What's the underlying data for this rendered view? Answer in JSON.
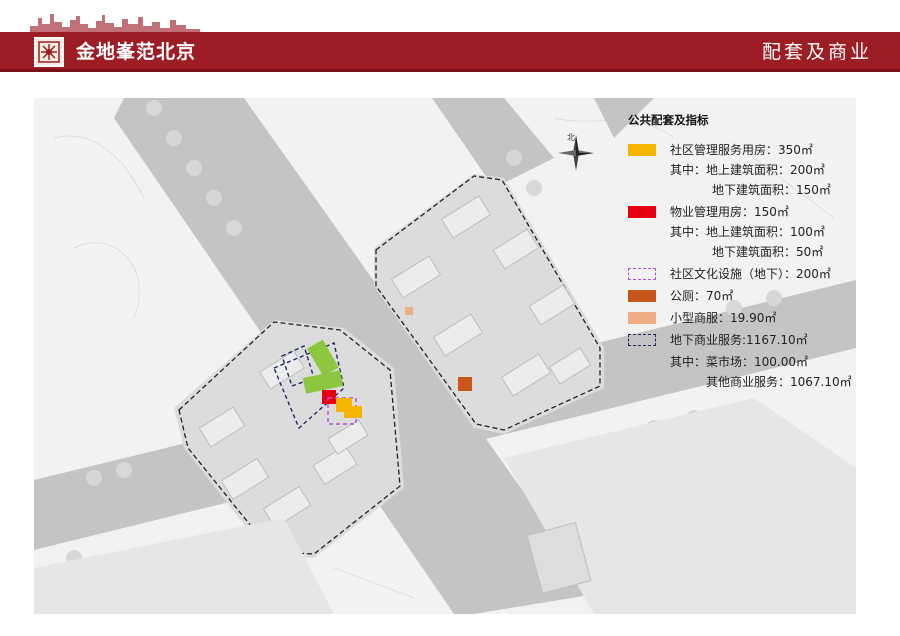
{
  "header": {
    "brand": "金地峯范北京",
    "section": "配套及商业"
  },
  "map": {
    "north_label": "北",
    "legend_title": "公共配套及指标",
    "legend": [
      {
        "swatch": "solid",
        "color": "#f4b400",
        "label": "社区管理服务用房：350㎡",
        "sub": [
          "其中：地上建筑面积：200㎡",
          "地下建筑面积：150㎡"
        ]
      },
      {
        "swatch": "solid",
        "color": "#e60012",
        "label": "物业管理用房：150㎡",
        "sub": [
          "其中：地上建筑面积：100㎡",
          "地下建筑面积：50㎡"
        ]
      },
      {
        "swatch": "dashed",
        "color": "#b04fd0",
        "label": "社区文化设施（地下）：200㎡",
        "sub": []
      },
      {
        "swatch": "solid",
        "color": "#c8561a",
        "label": "公厕：70㎡",
        "sub": []
      },
      {
        "swatch": "solid",
        "color": "#f0ad84",
        "label": "小型商服：19.90㎡",
        "sub": []
      },
      {
        "swatch": "dashed",
        "color": "#1b2a66",
        "label": "地下商业服务:1167.10㎡",
        "sub": [
          "其中：菜市场：100.00㎡",
          "其他商业服务：1067.10㎡"
        ]
      }
    ],
    "colors": {
      "road": "#c4c4c4",
      "block": "#dedede",
      "land": "#f2f2f2",
      "accent": "#9c1d24"
    }
  }
}
